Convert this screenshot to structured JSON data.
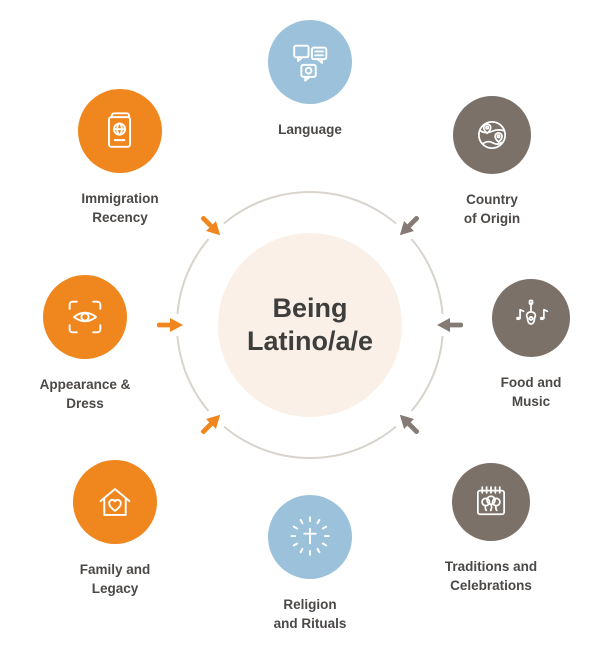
{
  "center": {
    "title": "Being\nLatino/a/e"
  },
  "colors": {
    "orange": "#F0861E",
    "blue": "#9CC2DB",
    "taupe": "#7B7169",
    "arrow_gray": "#857B74",
    "center_fill": "#FAF0E7",
    "ring": "#D9D3CD",
    "label_text": "#4B4846",
    "center_text": "#3E3E3D"
  },
  "satellites": [
    {
      "name": "language",
      "label": "Language",
      "icon": "chat-bubbles-icon",
      "color": "blue"
    },
    {
      "name": "country-of-origin",
      "label": "Country\nof Origin",
      "icon": "globe-pins-icon",
      "color": "taupe"
    },
    {
      "name": "food-and-music",
      "label": "Food and\nMusic",
      "icon": "guitar-music-icon",
      "color": "taupe"
    },
    {
      "name": "traditions-and-celebrations",
      "label": "Traditions and\nCelebrations",
      "icon": "calendar-balloons-icon",
      "color": "taupe"
    },
    {
      "name": "religion-and-rituals",
      "label": "Religion\nand Rituals",
      "icon": "radiant-cross-icon",
      "color": "blue"
    },
    {
      "name": "family-and-legacy",
      "label": "Family and\nLegacy",
      "icon": "house-heart-icon",
      "color": "orange"
    },
    {
      "name": "appearance-and-dress",
      "label": "Appearance &\nDress",
      "icon": "eye-frame-icon",
      "color": "orange"
    },
    {
      "name": "immigration-recency",
      "label": "Immigration\nRecency",
      "icon": "passport-icon",
      "color": "orange"
    }
  ],
  "arrows": [
    {
      "name": "arrow-top-left",
      "direction": "inward-from-top-left",
      "color": "orange"
    },
    {
      "name": "arrow-top-right",
      "direction": "inward-from-top-right",
      "color": "arrow_gray"
    },
    {
      "name": "arrow-left",
      "direction": "inward-from-left",
      "color": "orange"
    },
    {
      "name": "arrow-right",
      "direction": "inward-from-right",
      "color": "arrow_gray"
    },
    {
      "name": "arrow-bottom-left",
      "direction": "inward-from-bottom-left",
      "color": "orange"
    },
    {
      "name": "arrow-bottom-right",
      "direction": "inward-from-bottom-right",
      "color": "arrow_gray"
    }
  ]
}
